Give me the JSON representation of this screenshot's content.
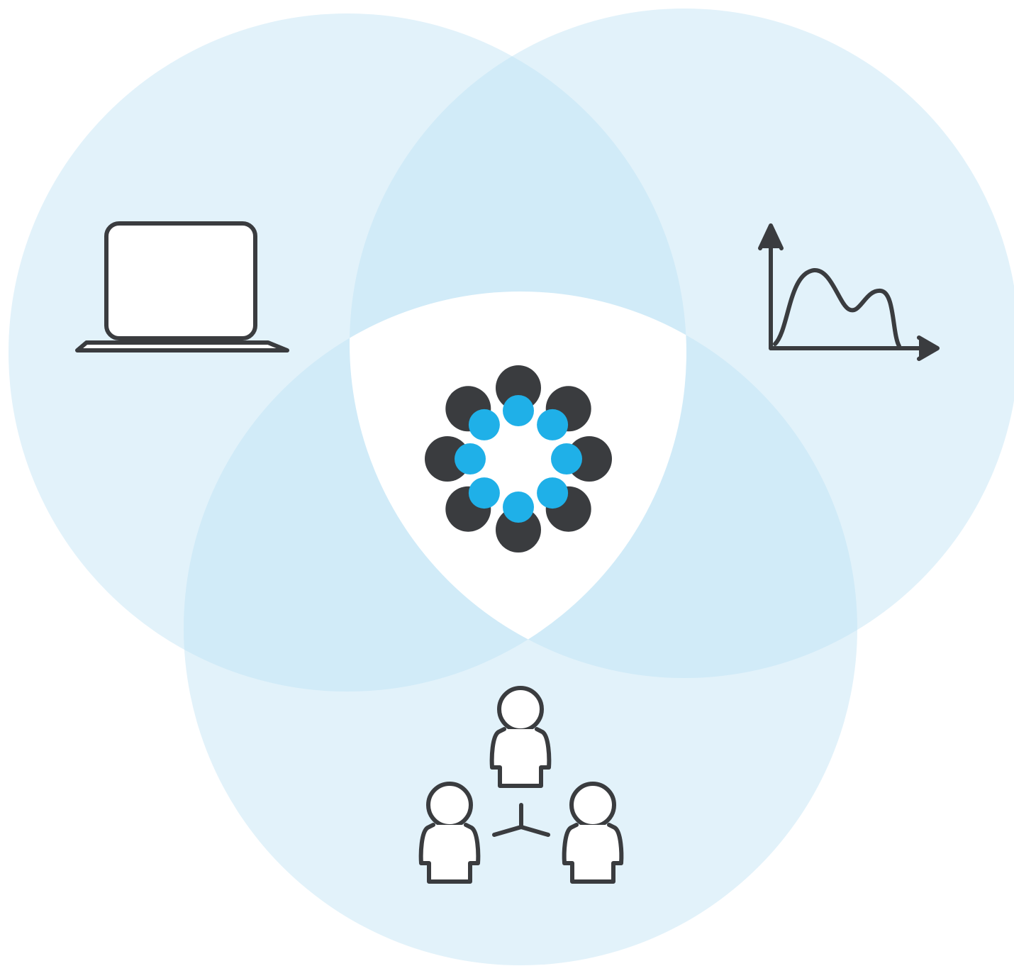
{
  "diagram": {
    "type": "three-set venn diagram",
    "colors": {
      "background": "#ffffff",
      "circle_fill": "#e2f2fa",
      "pair_overlap_fill": "#d1ebf8",
      "center_fill": "#ffffff",
      "icon_stroke": "#3a3c3f",
      "icon_dark": "#3a3c3f",
      "icon_accent": "#1fb0e8"
    },
    "sets": [
      {
        "position": "top-left",
        "icon": "laptop-icon"
      },
      {
        "position": "top-right",
        "icon": "chart-icon"
      },
      {
        "position": "bottom",
        "icon": "people-network-icon"
      }
    ],
    "center": {
      "icon": "community-ring-icon"
    }
  }
}
